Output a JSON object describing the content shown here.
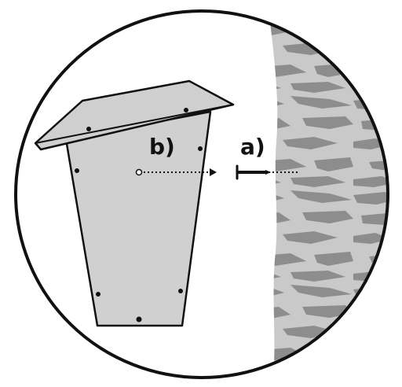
{
  "labels": {
    "step_a": "a)",
    "step_b": "b)"
  },
  "colors": {
    "outline": "#111111",
    "box_fill": "#d0d0d0",
    "roof_fill": "#cfcfcf",
    "bark_light": "#c9c9c9",
    "bark_dark": "#8d8d8d",
    "background": "#ffffff"
  },
  "icons": {
    "nest_box": "nest-box-icon",
    "screw": "screw-icon",
    "tree_trunk": "tree-trunk-bark"
  }
}
